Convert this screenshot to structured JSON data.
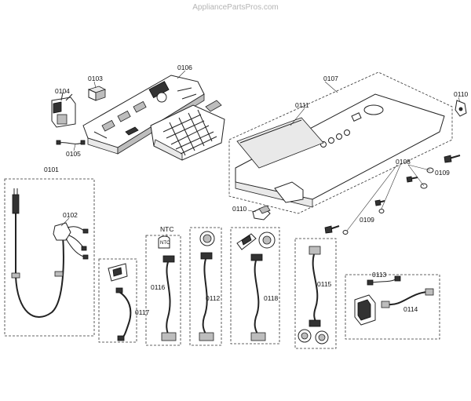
{
  "watermark": "AppliancePartsPros.com",
  "labels": {
    "p0101": "0101",
    "p0102": "0102",
    "p0103": "0103",
    "p0104": "0104",
    "p0105": "0105",
    "p0106": "0106",
    "p0107": "0107",
    "p0108": "0108",
    "p0109a": "0109",
    "p0109b": "0109",
    "p0110a": "0110",
    "p0110b": "0110",
    "p0111": "0111",
    "p0112": "0112",
    "p0113": "0113",
    "p0114": "0114",
    "p0115": "0115",
    "p0116": "0116",
    "p0117": "0117",
    "p0118": "0118",
    "ntc": "NTC",
    "ntc_part": "NTC"
  }
}
